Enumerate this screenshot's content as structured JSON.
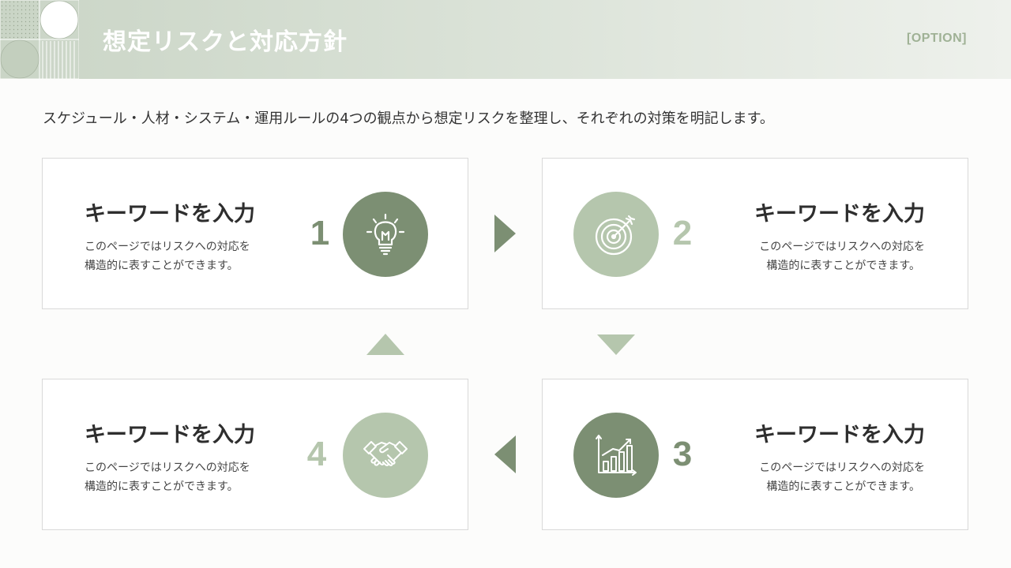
{
  "header": {
    "title": "想定リスクと対応方針",
    "option_label": "[OPTION]"
  },
  "subtitle": "スケジュール・人材・システム・運用ルールの4つの観点から想定リスクを整理し、それぞれの対策を明記します。",
  "steps": [
    {
      "number": "1",
      "title": "キーワードを入力",
      "desc_line1": "このページではリスクへの対応を",
      "desc_line2": "構造的に表すことができます。",
      "icon": "lightbulb-icon"
    },
    {
      "number": "2",
      "title": "キーワードを入力",
      "desc_line1": "このページではリスクへの対応を",
      "desc_line2": "構造的に表すことができます。",
      "icon": "target-icon"
    },
    {
      "number": "3",
      "title": "キーワードを入力",
      "desc_line1": "このページではリスクへの対応を",
      "desc_line2": "構造的に表すことができます。",
      "icon": "bar-chart-growth-icon"
    },
    {
      "number": "4",
      "title": "キーワードを入力",
      "desc_line1": "このページではリスクへの対応を",
      "desc_line2": "構造的に表すことができます。",
      "icon": "handshake-icon"
    }
  ],
  "colors": {
    "accent_dark": "#7c8f73",
    "accent_light": "#b5c6ad",
    "header_gradient_start": "#cad5c6",
    "header_gradient_end": "#eef1ec"
  }
}
